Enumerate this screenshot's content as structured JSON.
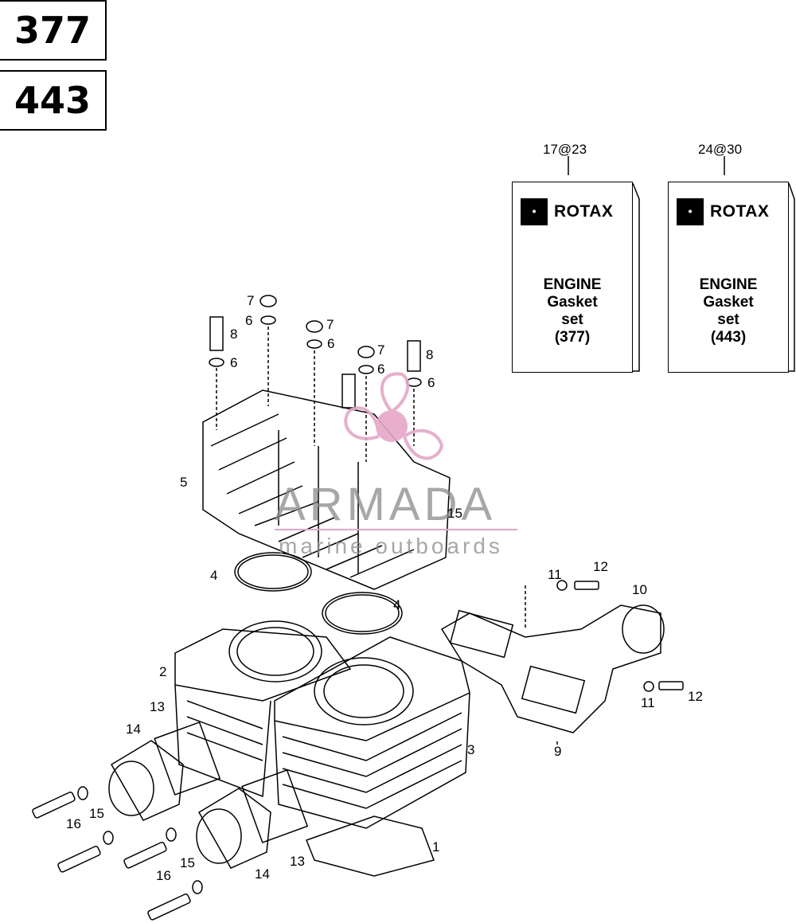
{
  "models": [
    "377",
    "443"
  ],
  "torque_specs": [
    "17@23",
    "24@30"
  ],
  "kits": [
    {
      "brand": "ROTAX",
      "lines": [
        "ENGINE",
        "Gasket",
        "set",
        "(377)"
      ]
    },
    {
      "brand": "ROTAX",
      "lines": [
        "ENGINE",
        "Gasket",
        "set",
        "(443)"
      ]
    }
  ],
  "watermark": {
    "title": "ARMADA",
    "subtitle": "marine outboards"
  },
  "callouts": {
    "c7a": "7",
    "c6a": "6",
    "c8a": "8",
    "c6b": "6",
    "c7b": "7",
    "c6c": "6",
    "c7c": "7",
    "c6d": "6",
    "c8b": "8",
    "c6e": "6",
    "c5": "5",
    "c15a": "15",
    "c4a": "4",
    "c4b": "4",
    "c11a": "11",
    "c12a": "12",
    "c10": "10",
    "c2": "2",
    "c13a": "13",
    "c14a": "14",
    "c3": "3",
    "c9": "9",
    "c11b": "11",
    "c12b": "12",
    "c15b": "15",
    "c16a": "16",
    "c1": "1",
    "c13b": "13",
    "c15c": "15",
    "c16b": "16",
    "c14b": "14"
  },
  "colors": {
    "line": "#000000",
    "watermark": "#8a8a8a",
    "logo_pink": "#e8a6c8"
  }
}
